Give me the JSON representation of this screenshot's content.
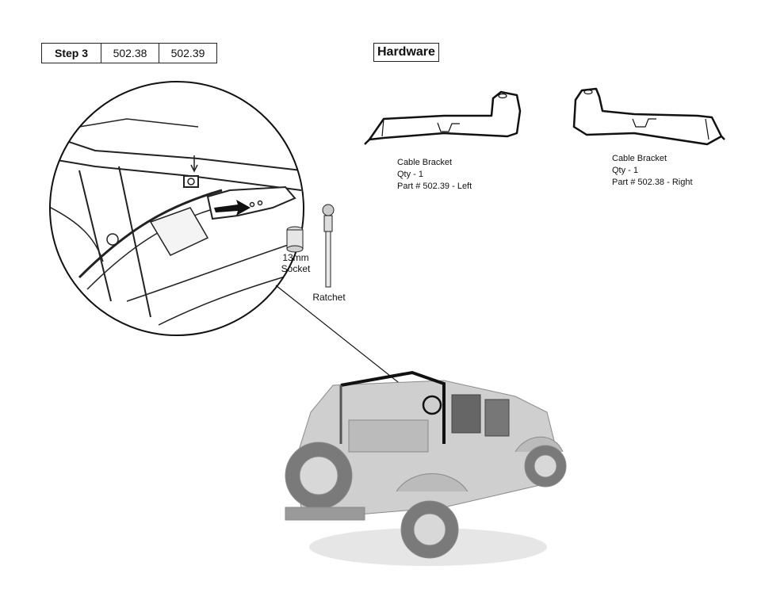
{
  "step_table": {
    "step": "Step 3",
    "part_a": "502.38",
    "part_b": "502.39"
  },
  "hardware": {
    "title": "Hardware",
    "parts": [
      {
        "name": "Cable Bracket",
        "qty": "Qty - 1",
        "part": "Part # 502.39 - Left"
      },
      {
        "name": "Cable Bracket",
        "qty": "Qty - 1",
        "part": "Part # 502.38 - Right"
      }
    ]
  },
  "tools": {
    "socket_line1": "13mm",
    "socket_line2": "Socket",
    "ratchet": "Ratchet"
  }
}
